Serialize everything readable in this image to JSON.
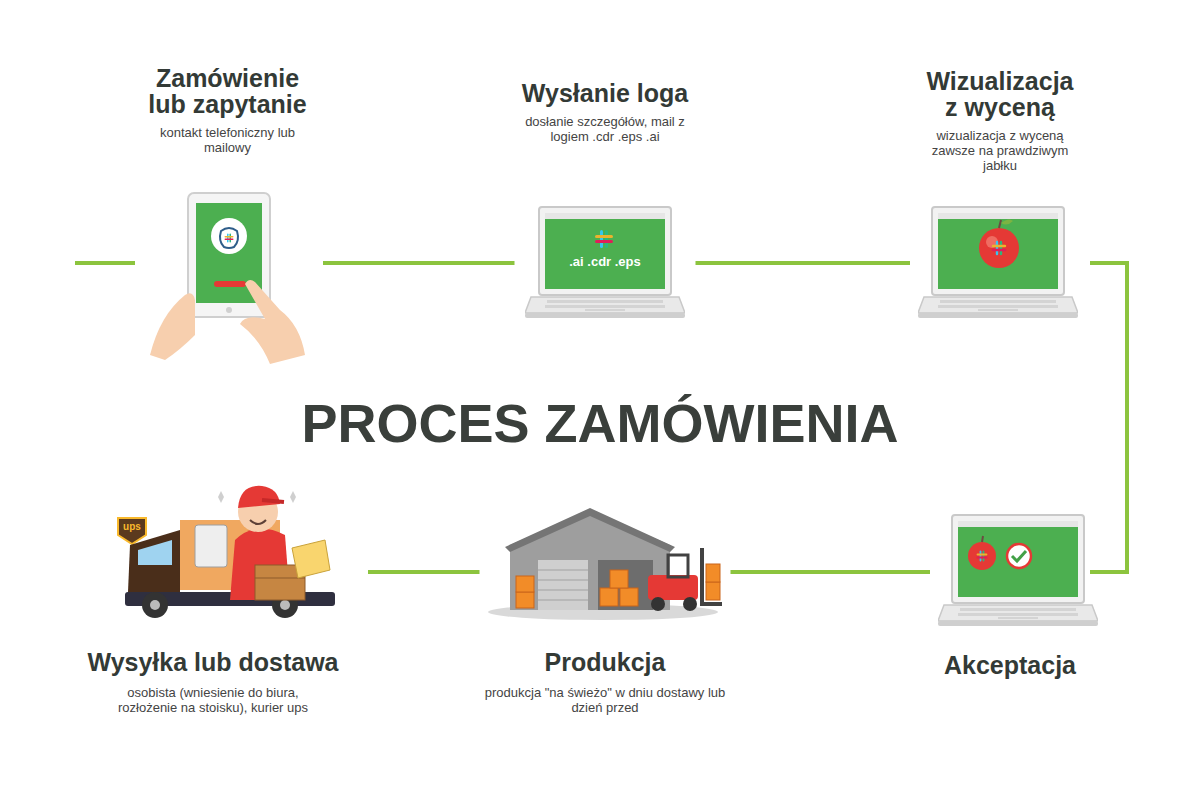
{
  "diagram": {
    "title": "PROCES ZAMÓWIENIA",
    "nodes": [
      {
        "text": [
          "Zamówienie lub zapytanie",
          "kontakt telefoniczny lub mailowy"
        ]
      },
      {
        "text": [
          "Wysłanie loga",
          "dosłanie szczegółów, mail z logiem .cdr .eps .ai"
        ]
      },
      {
        "text": [
          "Wizualizacja z wyceną",
          "wizualizacja z wyceną zawsze na prawdziwym jabłku"
        ]
      },
      {
        "text": [
          "Akceptacja"
        ]
      },
      {
        "text": [
          "Produkcja",
          "produkcja \"na świeżo\" w dniu dostawy lub dzień przed"
        ]
      },
      {
        "text": [
          "Wysyłka lub dostawa",
          "osobista (wniesienie do biura, rozłożenie na stoisku), kurier ups"
        ]
      }
    ],
    "edges": [
      {
        "from": 0,
        "to": 1,
        "arrow": "none"
      },
      {
        "from": 1,
        "to": 2,
        "arrow": "none"
      },
      {
        "from": 2,
        "to": 3,
        "arrow": "none"
      },
      {
        "from": 3,
        "to": 4,
        "arrow": "none"
      },
      {
        "from": 4,
        "to": 5,
        "arrow": "none"
      }
    ],
    "labels": [
      ".ai .cdr .eps",
      "ups"
    ]
  }
}
